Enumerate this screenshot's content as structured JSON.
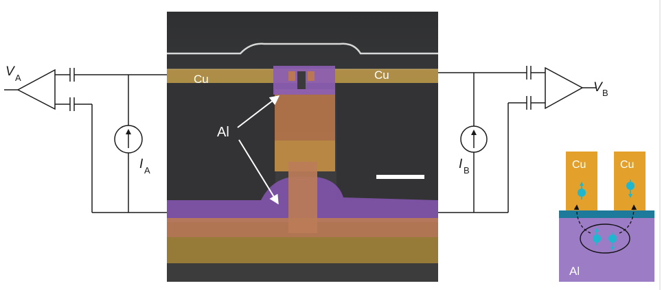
{
  "labels": {
    "cu_left": "Cu",
    "cu_right": "Cu",
    "al": "Al",
    "va_main": "V",
    "va_sub": "A",
    "vb_main": "V",
    "vb_sub": "B",
    "ia_main": "I",
    "ia_sub": "A",
    "ib_main": "I",
    "ib_sub": "B"
  },
  "inset": {
    "cu_left": "Cu",
    "cu_right": "Cu",
    "al": "Al"
  },
  "colors": {
    "copper": "#e3a02a",
    "aluminium": "#9370c4",
    "interface": "#1e7a9a",
    "spin": "#1fb7cf",
    "micrograph_bg": "#3a3a3c"
  }
}
